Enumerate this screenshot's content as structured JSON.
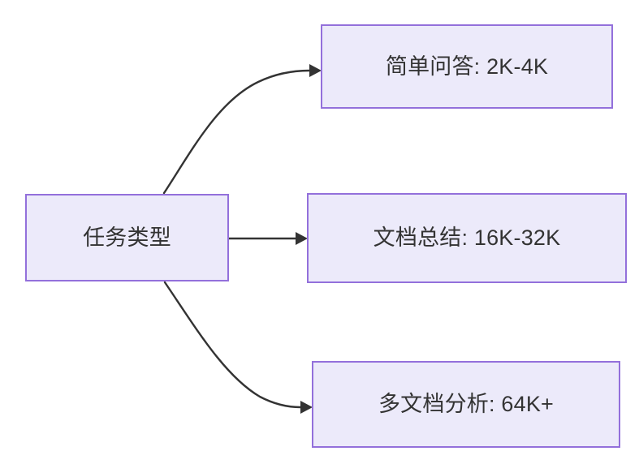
{
  "diagram": {
    "type": "flowchart",
    "direction": "left-to-right",
    "background_color": "#FFFFFF",
    "node_fill_color": "#ECEAFA",
    "node_border_color": "#9370DB",
    "node_text_color": "#333333",
    "edge_color": "#333333",
    "nodes": [
      {
        "id": "source",
        "label": "任务类型",
        "role": "root"
      },
      {
        "id": "simple-qa",
        "label": "简单问答: 2K-4K",
        "role": "leaf"
      },
      {
        "id": "doc-summary",
        "label": "文档总结: 16K-32K",
        "role": "leaf"
      },
      {
        "id": "multi-doc",
        "label": "多文档分析: 64K+",
        "role": "leaf"
      }
    ],
    "edges": [
      {
        "id": "edge-source-simple-qa",
        "from": "source",
        "to": "simple-qa",
        "style": "curved",
        "arrow": "arrowhead"
      },
      {
        "id": "edge-source-doc-summary",
        "from": "source",
        "to": "doc-summary",
        "style": "straight",
        "arrow": "arrowhead"
      },
      {
        "id": "edge-source-multi-doc",
        "from": "source",
        "to": "multi-doc",
        "style": "curved",
        "arrow": "arrowhead"
      }
    ]
  }
}
